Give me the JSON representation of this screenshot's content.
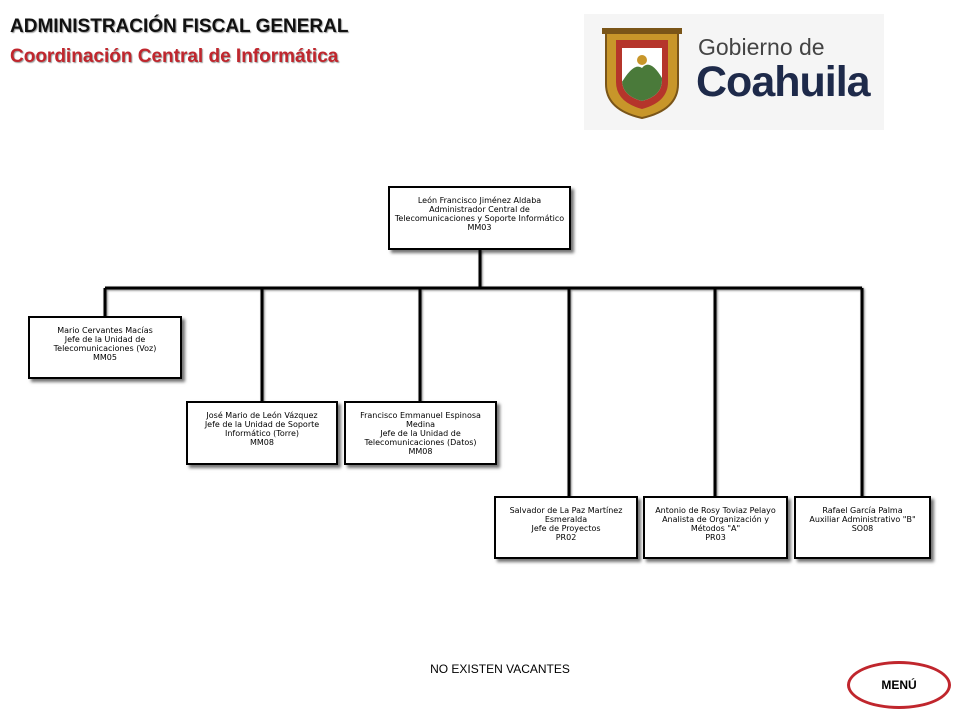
{
  "header": {
    "title": "ADMINISTRACIÓN FISCAL GENERAL",
    "subtitle": "Coordinación Central de Informática"
  },
  "logo": {
    "line1": "Gobierno de",
    "line2": "Coahuila"
  },
  "colors": {
    "subtitle": "#c0262d",
    "menu_border": "#c0262d",
    "logo_navy": "#1e2a4a",
    "seal_gold": "#c8962a",
    "seal_red": "#b5352b",
    "seal_green": "#4a7a3a"
  },
  "org": {
    "root": {
      "name": "León Francisco  Jiménez Aldaba",
      "role": "Administrador Central de Telecomunicaciones  y Soporte  Informático",
      "code": "MM03"
    },
    "children": [
      {
        "name": "Mario Cervantes Macías",
        "role": "Jefe de la Unidad de Telecomunicaciones  (Voz)",
        "code": "MM05"
      },
      {
        "name": "José Mario de León Vázquez",
        "role": "Jefe de la Unidad de Soporte Informático (Torre)",
        "code": "MM08"
      },
      {
        "name": "Francisco  Emmanuel Espinosa Medina",
        "role": "Jefe de la Unidad de Telecomunicaciones  (Datos)",
        "code": "MM08"
      },
      {
        "name": "Salvador de La Paz Martínez Esmeralda",
        "role": "Jefe de Proyectos",
        "code": "PR02"
      },
      {
        "name": "Antonio de Rosy Toviaz Pelayo",
        "role": "Analista  de Organización  y Métodos \"A\"",
        "code": "PR03"
      },
      {
        "name": "Rafael García Palma",
        "role": "Auxiliar  Administrativo  \"B\"",
        "code": "SO08"
      }
    ]
  },
  "footer": {
    "vacancies": "NO EXISTEN VACANTES",
    "menu_label": "MENÚ"
  }
}
